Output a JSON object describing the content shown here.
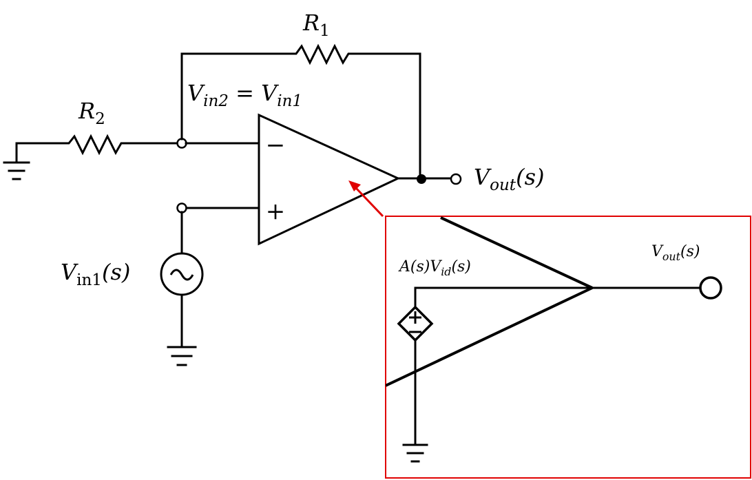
{
  "labels": {
    "r1": {
      "base": "R",
      "sub": "1"
    },
    "r2": {
      "base": "R",
      "sub": "2"
    },
    "vin_eq": {
      "v1": "V",
      "s1": "in2",
      "eq": " = ",
      "v2": "V",
      "s2": "in1"
    },
    "vout_main": {
      "base": "V",
      "sub": "out",
      "arg": "(s)"
    },
    "vin1": {
      "base": "V",
      "sub": "in1",
      "arg": "(s)"
    },
    "inset_vout": {
      "base": "V",
      "sub": "out",
      "arg": "(s)"
    },
    "inset_source": {
      "a": "A(s)V",
      "sub": "id",
      "arg": "(s)"
    },
    "minus_sign": "−",
    "plus_sign": "+"
  },
  "colors": {
    "wire": "#000000",
    "highlight": "#e00000",
    "background": "#ffffff"
  }
}
